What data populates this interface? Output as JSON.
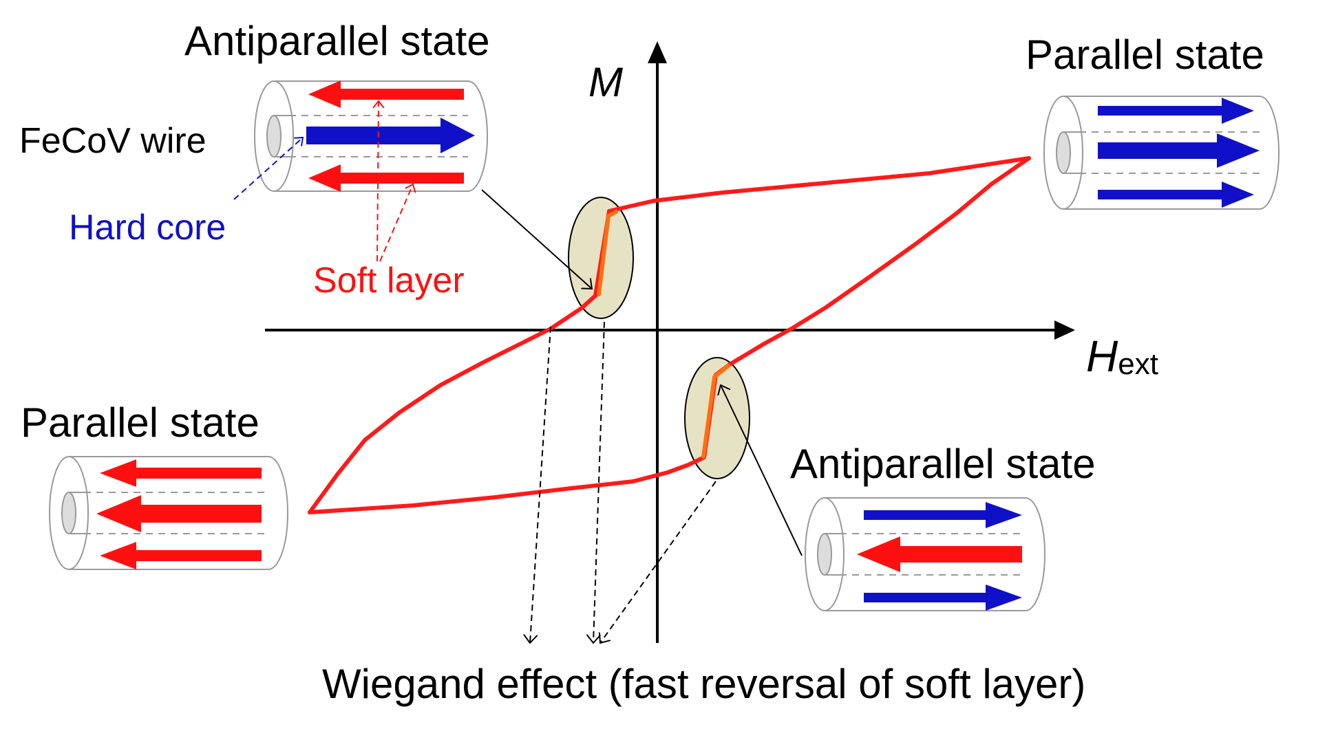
{
  "axes": {
    "y_label": "M",
    "x_label_main": "H",
    "x_label_sub": "ext"
  },
  "labels": {
    "antiparallel_top": "Antiparallel state",
    "parallel_top_right": "Parallel state",
    "parallel_bottom_left": "Parallel state",
    "antiparallel_bottom_right": "Antiparallel state",
    "fecov_wire": "FeCoV wire",
    "hard_core": "Hard core",
    "soft_layer": "Soft layer",
    "wiegand_caption": "Wiegand effect (fast reversal of soft layer)"
  },
  "colors": {
    "hard_core": "#1010c8",
    "soft_layer": "#ff1010",
    "loop": "#ff1a1a",
    "jump": "#ff7010",
    "ellipse_fill": "#e6e2c4"
  }
}
